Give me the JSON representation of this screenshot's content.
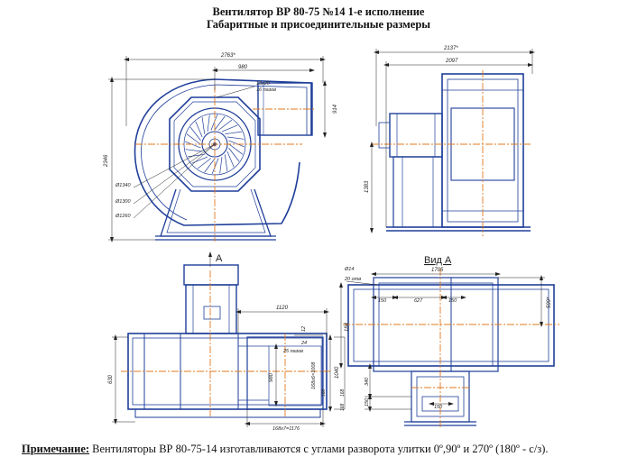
{
  "title": {
    "line1": "Вентилятор ВР 80-75 №14 1-е исполнение",
    "line2": "Габаритные и присоединительные размеры"
  },
  "views": {
    "view_a_marker": "А",
    "view_a_title": "Вид А"
  },
  "dims": {
    "front": {
      "overall_width": "2763*",
      "outlet_offset": "980",
      "bolts": "13х20",
      "holes": "16 пазов",
      "outlet_height": "914",
      "overall_height": "2346",
      "d1": "Ø1340",
      "d2": "Ø1300",
      "d3": "Ø1260"
    },
    "side": {
      "overall_width": "2137*",
      "base_width": "2097",
      "axis_height": "1383"
    },
    "plan": {
      "d1120": "1120",
      "d12": "12",
      "d24": "24",
      "d25": "25 пазов",
      "d980": "980",
      "d168": "168х6=1008",
      "d1040": "1040",
      "d168b": "168",
      "d168c": "168",
      "d168d": "168",
      "d630": "630",
      "d168x7": "168х7=1176"
    },
    "view_a": {
      "d14": "Ø14",
      "d20": "20 отв",
      "d1705": "1705",
      "d150a": "150",
      "d627": "627",
      "d150b": "150",
      "d184": "184",
      "d599": "599*",
      "d340": "340",
      "d150c": "150",
      "d150d": "150"
    }
  },
  "note": {
    "label": "Примечание:",
    "text": " Вентиляторы ВР 80-75-14 изготавливаются с углами разворота улитки 0º,90º и 270º (180º - с/з)."
  }
}
